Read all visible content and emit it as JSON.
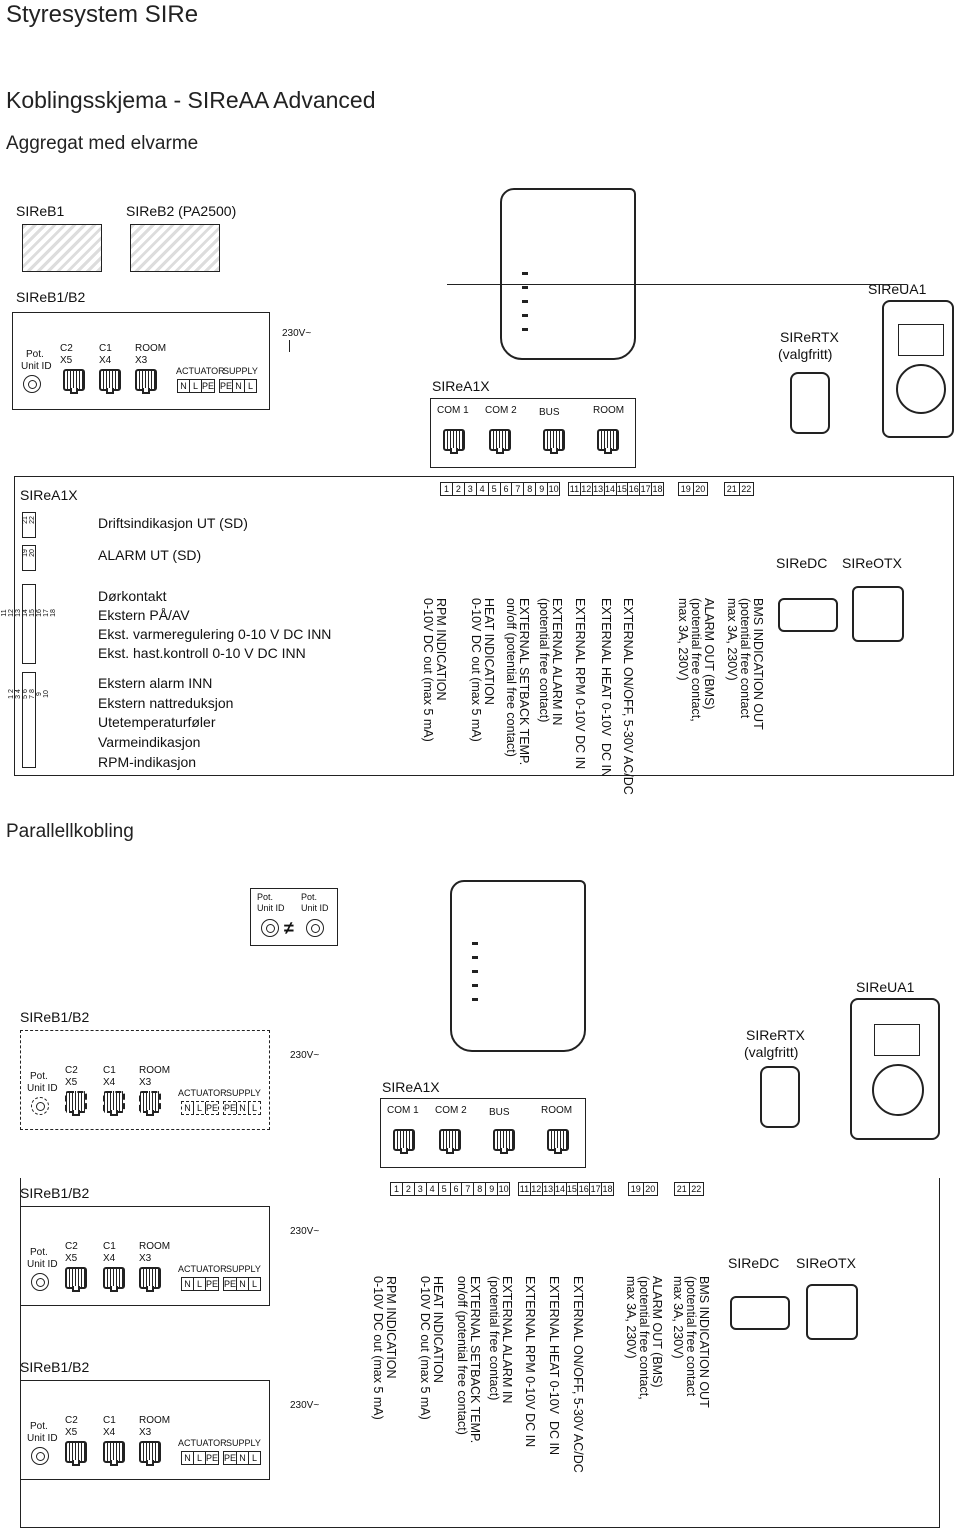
{
  "title": "Styresystem SIRe",
  "subtitle": "Koblingsskjema  - SIReAA Advanced",
  "section1": "Aggregat med elvarme",
  "section2": "Parallellkobling",
  "boards": {
    "b1": "SIReB1",
    "b2": "SIReB2 (PA2500)",
    "b12": "SIReB1/B2"
  },
  "devices": {
    "ua1": "SIReUA1",
    "rtx1": "SIReRTX",
    "rtx2": "(valgfritt)",
    "a1x": "SIReA1X",
    "dc": "SIReDC",
    "otx": "SIReOTX"
  },
  "unit": {
    "pot": "Pot.",
    "unitid": "Unit ID",
    "c2": "C2",
    "x5": "X5",
    "c1": "C1",
    "x4": "X4",
    "room": "ROOM",
    "x3": "X3",
    "act": "ACTUATOR",
    "sup": "SUPPLY",
    "n": "N",
    "l": "L",
    "pe": "PE",
    "v230": "230V~"
  },
  "ports": {
    "com1": "COM 1",
    "com2": "COM 2",
    "bus": "BUS",
    "room": "ROOM"
  },
  "terminals": {
    "t1": [
      "1",
      "2",
      "3",
      "4",
      "5",
      "6",
      "7",
      "8",
      "9",
      "10"
    ],
    "t2": [
      "11",
      "12",
      "13",
      "14",
      "15",
      "16",
      "17",
      "18"
    ],
    "t3": [
      "19",
      "20"
    ],
    "t4": [
      "21",
      "22"
    ]
  },
  "strip": {
    "s2122": "21 22",
    "s1920": "19 20",
    "s1118": "11 12 13 14 15 16 17 18",
    "s110": "1 2 3 4 5 6 7 8 9 10"
  },
  "legend": [
    "Driftsindikasjon UT (SD)",
    "ALARM UT (SD)",
    "Dørkontakt",
    "Ekstern PÅ/AV",
    "Ekst. varmeregulering 0-10 V DC INN",
    "Ekst. hast.kontroll 0-10 V DC INN",
    "Ekstern alarm INN",
    "Ekstern nattreduksjon",
    "Utetemperaturføler",
    "Varmeindikasjon",
    "RPM-indikasjon"
  ],
  "vlabels": [
    "RPM INDICATION\n0-10V DC out (max 5 mA)",
    "HEAT INDICATION\n0-10V DC out (max 5 mA)",
    "EXTERNAL SETBACK TEMP.\non/off (potential free contact)",
    "EXTERNAL ALARM IN\n(potential free contact)",
    "EXTERNAL RPM 0-10V DC IN",
    "EXTERNAL HEAT 0-10V  DC IN",
    "EXTERNAL ON/OFF, 5-30V AC/DC",
    "ALARM OUT (BMS)\n(potential free contact,\nmax 3A, 230V)",
    "BMS INDICATION OUT\n(potential free contact\nmax 3A, 230V)"
  ],
  "neq": "≠"
}
